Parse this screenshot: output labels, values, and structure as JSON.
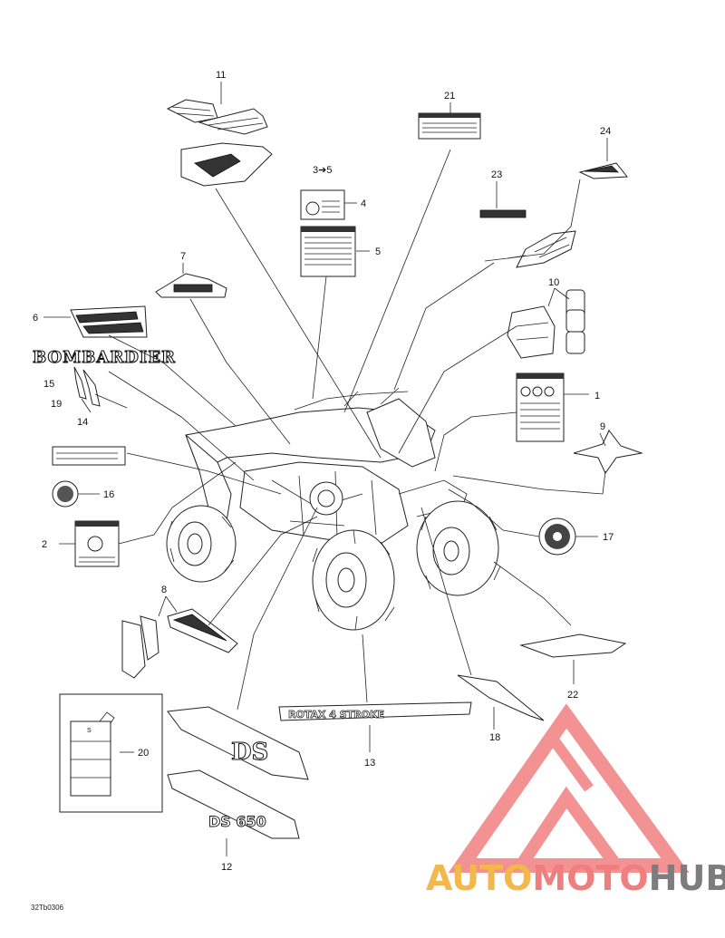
{
  "diagram": {
    "reference_code": "32Tb0306",
    "callouts": [
      "1",
      "2",
      "3➔5",
      "4",
      "5",
      "6",
      "7",
      "8",
      "9",
      "10",
      "11",
      "12",
      "13",
      "14",
      "15",
      "16",
      "17",
      "18",
      "19",
      "20",
      "21",
      "22",
      "23",
      "24"
    ],
    "decal_texts": {
      "brand": "BOMBARDIER",
      "rotax": "ROTAX 4 STROKE",
      "ds": "DS",
      "ds650": "DS 650",
      "tag_letter": "S"
    }
  },
  "watermark": {
    "parts": [
      "AUTO",
      "MOTO",
      "HUB"
    ],
    "colors": {
      "auto": "#f2b84b",
      "moto": "#ef7f7f",
      "hub": "#7d7d7d",
      "logo": "#f08080"
    }
  }
}
